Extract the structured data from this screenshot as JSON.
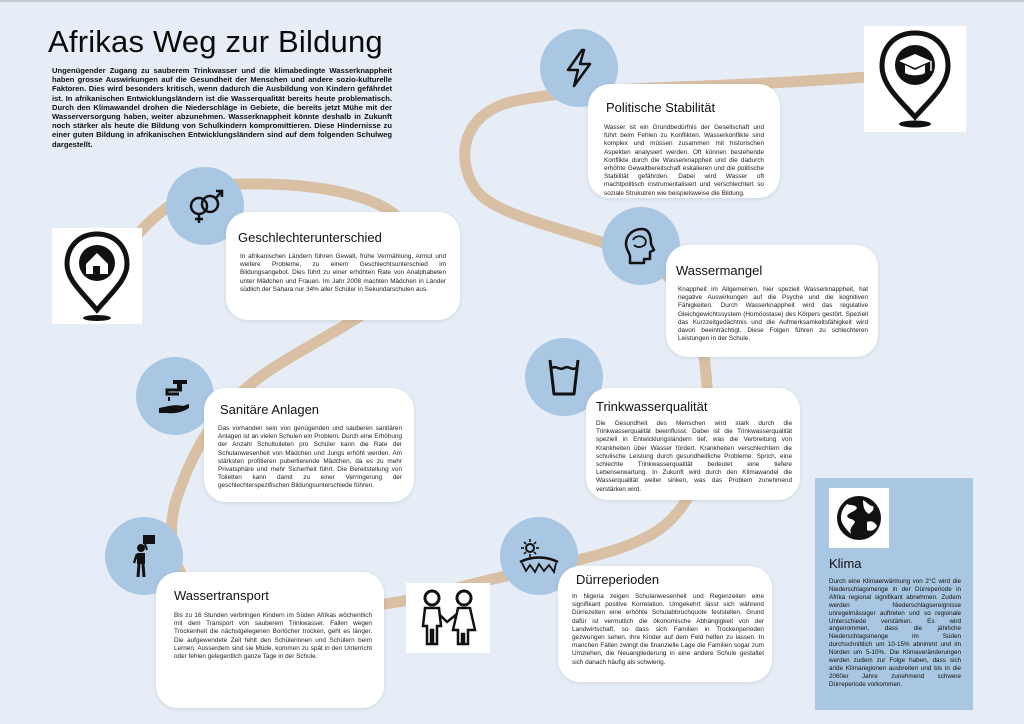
{
  "page": {
    "title": "Afrikas Weg zur Bildung",
    "intro": "Ungenügender Zugang zu sauberem Trinkwasser und die klimabedingte Wasserknappheit haben grosse Auswirkungen auf die Gesundheit der Menschen und andere sozio-kulturelle Faktoren. Dies wird besonders kritisch, wenn dadurch die Ausbildung von Kindern gefährdet ist. In afrikanischen Entwicklungsländern ist die Wasserqualität bereits heute problematisch. Durch den Klimawandel drohen die Niederschläge in Gebiete, die bereits jetzt Mühe mit der Wasserversorgung haben, weiter abzunehmen. Wasserknappheit könnte deshalb in Zukunft noch stärker als heute die Bildung von Schulkindern kompromittieren. Diese Hindernisse zu einer guten Bildung in afrikanischen Entwicklungsländern sind auf dem folgenden Schulweg dargestellt.",
    "path_color": "#d9bfa3",
    "circle_color": "#a9c7e2"
  },
  "icons": {
    "start": "home-pin-icon",
    "end": "graduation-cap-pin-icon",
    "children": "children-icon",
    "politik": "lightning-icon",
    "geschlecht": "gender-icon",
    "wassermangel": "head-brain-icon",
    "sanitaer": "tap-hand-icon",
    "trinkwasser": "water-glass-icon",
    "transport": "person-carrying-water-icon",
    "duerre": "sun-cracked-ground-icon",
    "klima": "globe-icon"
  },
  "cards": {
    "politik": {
      "title": "Politische Stabilität",
      "text": "Wasser ist ein Grundbedürfnis der Gesellschaft und führt beim Fehlen zu Konflikten. Wasserkonflikte sind komplex und müssen zusammen mit historischen Aspekten analysiert werden. Oft können bestehende Konflikte durch die Wasserknappheit und die dadurch erhöhte Gewaltbereitschaft eskalieren und die politische Stabilität gefährden. Dabei wird Wasser oft machtpolitisch instrumentalisiert und verschlechtert so soziale Strukutren wie beispielsweise die Bildung."
    },
    "geschlecht": {
      "title": "Geschlechterunterschied",
      "text": "In afrikanischen Ländern führen Gewalt, frühe Vermählung, Armut und weitere Probleme, zu einem Geschlechtsunterschied im Bildungsangebot. Dies führt zu einer erhöhten Rate von Analphabeten unter Mädchen und Frauen. Im Jahr 2008 machten Mädchen in Länder südlich der Sahara nur 34% aller Schüler in Sekundarschulen aus."
    },
    "wassermangel": {
      "title": "Wassermangel",
      "text": "Knappheit im Allgemeinen, hier speziell Wasserknappheit, hat negative Auswirkungen auf die Psyche und die kognitiven Fähigkeiten. Durch Wasserknappheit wird das regulative Gleichgewichtssystem (Homöostase) des Körpers gestört. Speziell das Kurzzeitgedächtnis und die Aufmerksamkeitsfähigkeit wird davon beeinträchtigt. Diese Folgen führen zu schlechteren Leistungen in der Schule."
    },
    "sanitaer": {
      "title": "Sanitäre Anlagen",
      "text": "Das vorhanden sein von genügenden und sauberen sanitären Anlagen ist an vielen Schulen ein Problem. Durch eine Erhöhung der Anzahl Schultoileten pro Schüler kann die Rate der Schulanwesenheit von Mädchen und Jungs erhöht werden. Am stärksten profitieren pubertierende Mädchen, da es zu mehr Privatsphäre und mehr Sicherheit führt. Die Bereitstellung von Toiletten kann damit zu einer Verringerung der geschlechterspezifischen Bildungsunterschiede führen."
    },
    "trinkwasser": {
      "title": "Trinkwasserqualität",
      "text": "Die Gesundheit des Menschen wird stark durch die Trinkwasserqualität beeinflusst. Dabei ist die Trinkwasserqualität speziell in Entwicklungsländern tief, was die Verbreitung von Krankheiten über Wasser fördert. Krankheiten verschlechtern die schulische Leistung durch gesundheitliche Probleme. Sprich, eine schlechte Trinkwasserqualität bedeutet eine tiefere Lebenserwartung. In Zukunft wird durch den Klimawandel die Wasserqualität weiter sinken, was das Problem zunehmend verstärken wird."
    },
    "transport": {
      "title": "Wassertransport",
      "text": "Bis zu 16 Stunden verbringen Kindern im Süden Afrikas wöchentlich mit dem Transport von sauberem Trinkwasser. Fallen wegen Trockenheit die nächstgelegenen Borlöcher trocken, geht es länger. Die aufgewendete Zeit fehlt den Schülerinnen und Schülern beim Lernen. Ausserdem sind sie Müde, kommen zu spät in den Unterricht oder fehlen gelegentlich ganze Tage in der Schule."
    },
    "duerre": {
      "title": "Dürreperioden",
      "text": "In Nigeria zeigen Schulanwesenheit und Regenzeiten eine signifikant positive Korrelation. Umgekehrt lässt sich während Dürrezeiten eine erhöhte Schulabbruchquote feststellen. Grund dafür ist vermutlich die ökonomische Abhängigkeit von der Landwirtschaft, so dass sich Familien in Trockenperioden gezwungen sehen, ihre Kinder auf dem Feld helfen zu lassen. In manchen Fällen zwingt die finanzielle Lage die Familien sogar zum Umziehen, die Neuangliederung in eine andere Schule gestaltet sich danach häufig als schwierig."
    },
    "klima": {
      "title": "Klima",
      "text": "Durch eine Klimaerwärmung von 2°C wird die Niederschlagsmenge in der Dürreperiode in Afrika regional signifikant abnehmen. Zudem werden Niederschlagsereignisse unregelmässiger auftreten und so regionale Unterschiede verstärken. Es wird angenommen, dass die jährliche Niederschlagsmenge im Süden durchschnittlich um 10-15% abnimmt und im Norden um 5-10%. Die Klimaveränderungen werden zudem zur Folge haben, dass sich aride Klimaregionen ausbreiten und bis in die 2060er Jahre zunehmend schwere Dürreperiode vorkommen."
    }
  }
}
